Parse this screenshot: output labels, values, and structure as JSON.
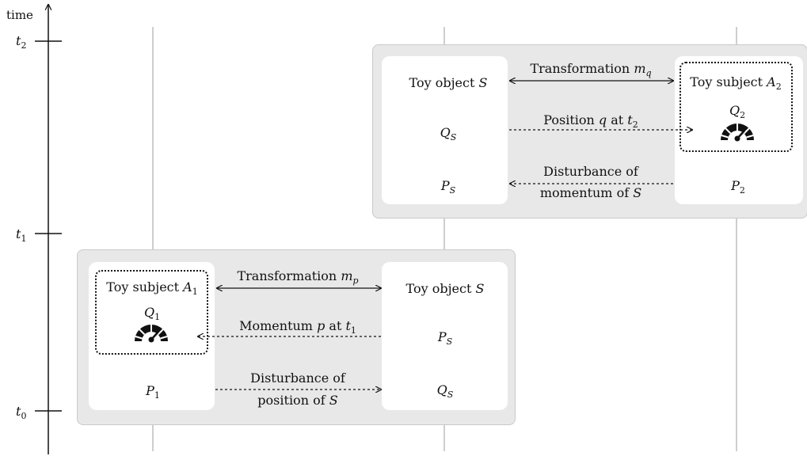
{
  "axis": {
    "label": "time",
    "ticks": [
      "t2",
      "t1",
      "t0"
    ],
    "tick_base": "t",
    "tick_subs": [
      "2",
      "1",
      "0"
    ]
  },
  "upper": {
    "object": {
      "title_pre": "Toy object ",
      "title_var": "S",
      "q_var": "Q",
      "q_sub": "S",
      "p_var": "P",
      "p_sub": "S"
    },
    "subject": {
      "title_pre": "Toy subject ",
      "title_var": "A",
      "title_sub": "2",
      "q_var": "Q",
      "q_sub": "2",
      "p_var": "P",
      "p_sub": "2"
    },
    "transformation": {
      "pre": "Transformation ",
      "var": "m",
      "sub": "q"
    },
    "measurement": {
      "pre": "Position ",
      "var": "q",
      "mid": " at ",
      "tvar": "t",
      "tsub": "2"
    },
    "disturbance": {
      "line1": "Disturbance of",
      "line2_pre": "momentum of ",
      "line2_var": "S"
    }
  },
  "lower": {
    "subject": {
      "title_pre": "Toy subject ",
      "title_var": "A",
      "title_sub": "1",
      "q_var": "Q",
      "q_sub": "1",
      "p_var": "P",
      "p_sub": "1"
    },
    "object": {
      "title_pre": "Toy object ",
      "title_var": "S",
      "p_var": "P",
      "p_sub": "S",
      "q_var": "Q",
      "q_sub": "S"
    },
    "transformation": {
      "pre": "Transformation ",
      "var": "m",
      "sub": "p"
    },
    "measurement": {
      "pre": "Momentum ",
      "var": "p",
      "mid": " at ",
      "tvar": "t",
      "tsub": "1"
    },
    "disturbance": {
      "line1": "Disturbance of",
      "line2_pre": "position of ",
      "line2_var": "S"
    }
  },
  "colors": {
    "panel": "#e8e8e8",
    "card": "#ffffff",
    "ink": "#111111",
    "gridline": "#bdbdbd"
  },
  "icons": [
    "gauge-icon",
    "gauge-icon"
  ]
}
